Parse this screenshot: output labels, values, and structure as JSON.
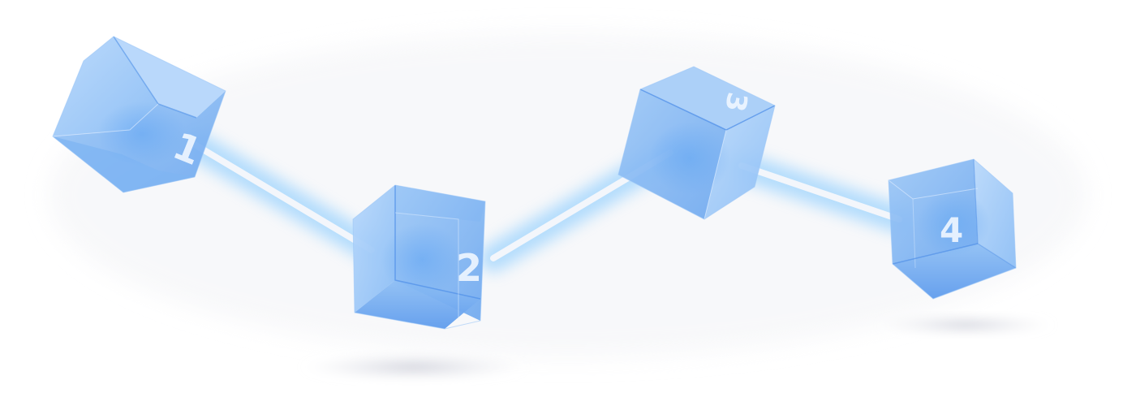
{
  "diagram": {
    "type": "connected-steps",
    "background": "#ffffff",
    "colors": {
      "cube_light": "#a9cdf7",
      "cube_mid": "#80b4f2",
      "cube_dark": "#5f9ced",
      "edge": "#4d8ee6",
      "connector": "#f4f7fb",
      "glow": "#6fc0ff",
      "shadow": "#d6d8e0"
    },
    "steps": [
      {
        "label": "1"
      },
      {
        "label": "2"
      },
      {
        "label": "3"
      },
      {
        "label": "4"
      }
    ],
    "connectors": [
      {
        "from": "1",
        "to": "2"
      },
      {
        "from": "2",
        "to": "3"
      },
      {
        "from": "3",
        "to": "4"
      }
    ]
  }
}
